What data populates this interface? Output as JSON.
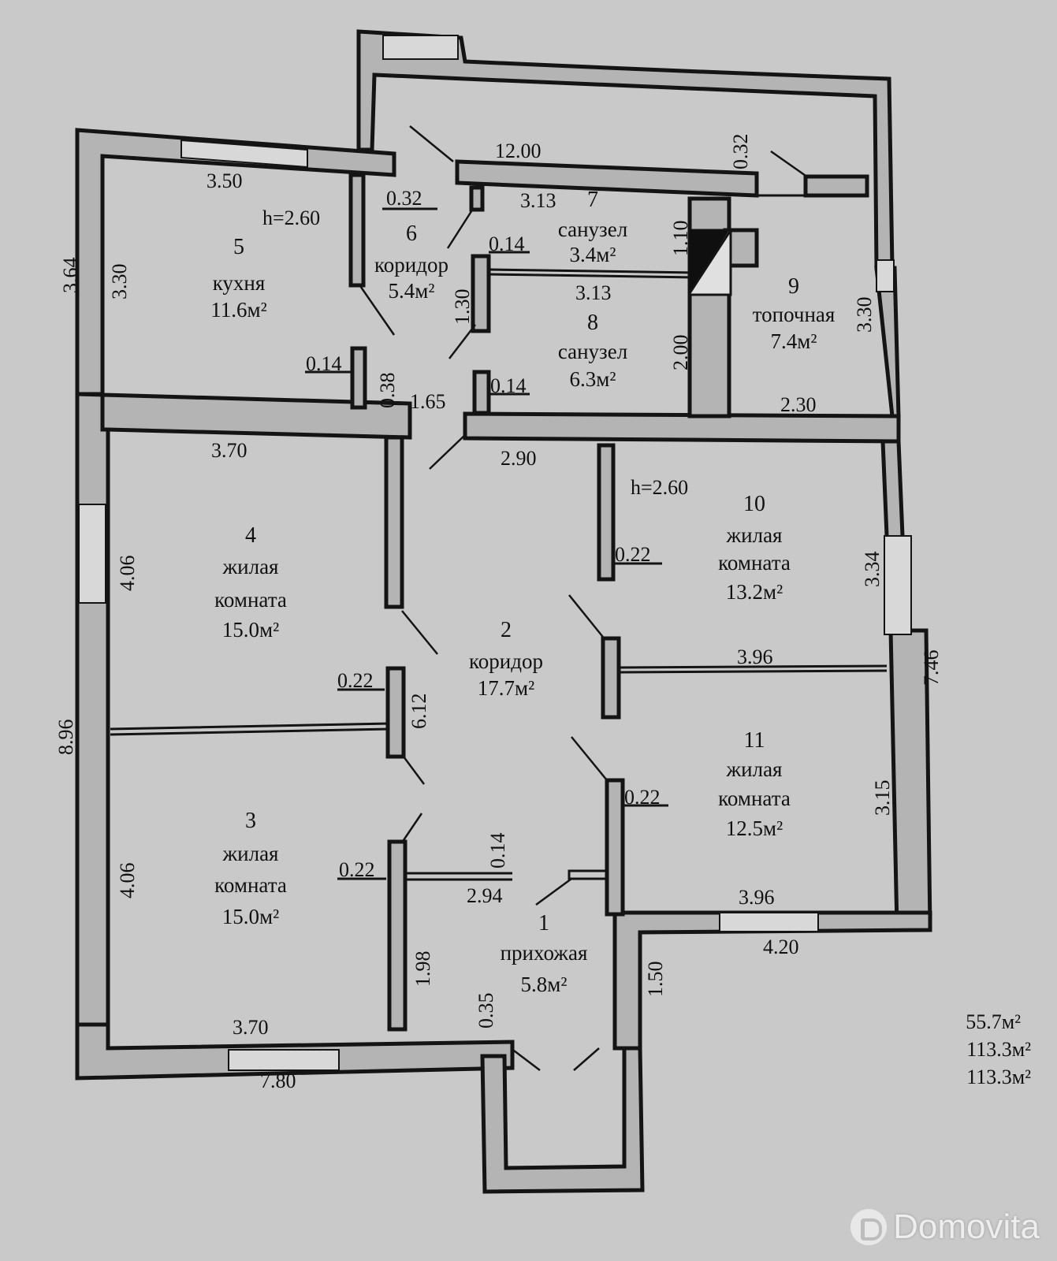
{
  "rooms": [
    {
      "num": "1",
      "name": [
        "прихожая"
      ],
      "area": "5.8м²"
    },
    {
      "num": "2",
      "name": [
        "коридор"
      ],
      "area": "17.7м²"
    },
    {
      "num": "3",
      "name": [
        "жилая",
        "комната"
      ],
      "area": "15.0м²"
    },
    {
      "num": "4",
      "name": [
        "жилая",
        "комната"
      ],
      "area": "15.0м²"
    },
    {
      "num": "5",
      "name": [
        "кухня"
      ],
      "area": "11.6м²"
    },
    {
      "num": "6",
      "name": [
        "коридор"
      ],
      "area": "5.4м²"
    },
    {
      "num": "7",
      "name": [
        "санузел"
      ],
      "area": "3.4м²"
    },
    {
      "num": "8",
      "name": [
        "санузел"
      ],
      "area": "6.3м²"
    },
    {
      "num": "9",
      "name": [
        "топочная"
      ],
      "area": "7.4м²"
    },
    {
      "num": "10",
      "name": [
        "жилая",
        "комната"
      ],
      "area": "13.2м²"
    },
    {
      "num": "11",
      "name": [
        "жилая",
        "комната"
      ],
      "area": "12.5м²"
    }
  ],
  "heights": [
    "h=2.60",
    "h=2.60"
  ],
  "dimensions": {
    "d_12_00": "12.00",
    "d_3_50": "3.50",
    "d_0_32a": "0.32",
    "d_0_32b": "0.32",
    "d_3_13a": "3.13",
    "d_3_13b": "3.13",
    "d_1_10": "1.10",
    "d_0_14a": "0.14",
    "d_1_30": "1.30",
    "d_3_64": "3.64",
    "d_3_30a": "3.30",
    "d_3_30b": "3.30",
    "d_0_14b": "0.14",
    "d_0_38": "0.38",
    "d_1_65": "1.65",
    "d_0_14c": "0.14",
    "d_2_00": "2.00",
    "d_2_30": "2.30",
    "d_3_70a": "3.70",
    "d_2_90": "2.90",
    "d_0_22a": "0.22",
    "d_3_34": "3.34",
    "d_4_06a": "4.06",
    "d_3_96a": "3.96",
    "d_7_46": "7.46",
    "d_0_22b": "0.22",
    "d_6_12": "6.12",
    "d_8_96": "8.96",
    "d_0_22c": "0.22",
    "d_3_15": "3.15",
    "d_4_06b": "4.06",
    "d_0_22d": "0.22",
    "d_0_14d": "0.14",
    "d_2_94": "2.94",
    "d_3_96b": "3.96",
    "d_4_20": "4.20",
    "d_1_98": "1.98",
    "d_0_35": "0.35",
    "d_1_50": "1.50",
    "d_3_70b": "3.70",
    "d_7_80": "7.80"
  },
  "totals": [
    "55.7м²",
    "113.3м²",
    "113.3м²"
  ],
  "watermark": "Domovita"
}
